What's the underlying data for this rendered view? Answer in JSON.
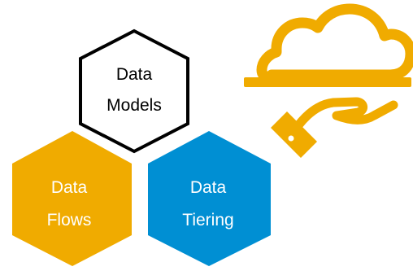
{
  "colors": {
    "accent_orange": "#F0AB00",
    "accent_blue": "#008FD3",
    "outline": "#000000",
    "text_dark": "#000000",
    "text_light": "#FFFFFF",
    "background": "#FFFFFF"
  },
  "hexagons": {
    "data_models": {
      "line1": "Data",
      "line2": "Models"
    },
    "data_flows": {
      "line1": "Data",
      "line2": "Flows"
    },
    "data_tiering": {
      "line1": "Data",
      "line2": "Tiering"
    }
  },
  "icons": {
    "cloud_hand": "cloud-in-hand-icon"
  }
}
